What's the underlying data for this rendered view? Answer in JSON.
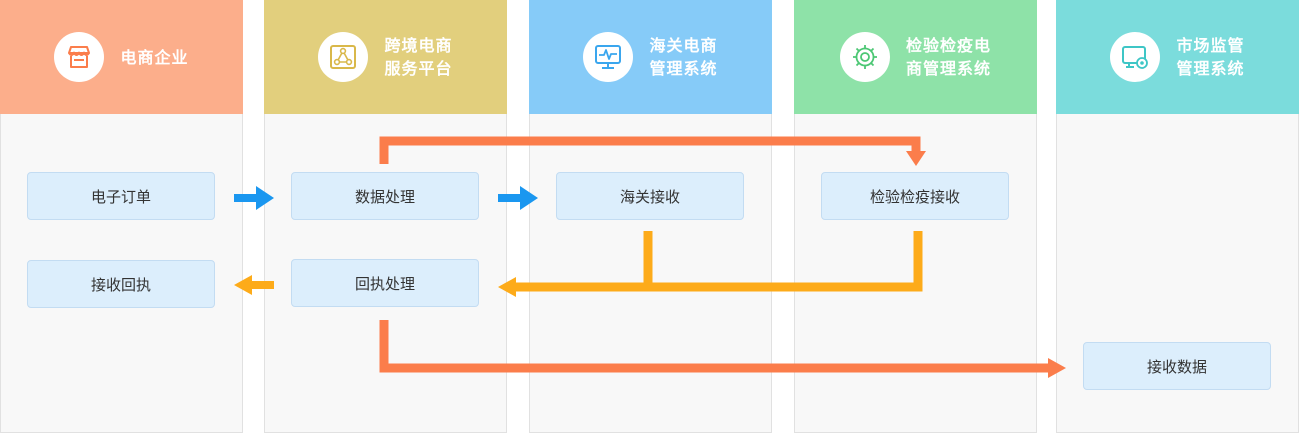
{
  "colors": {
    "ecommerce": "#fcae8b",
    "platform": "#e2cf7d",
    "customs": "#86cbf8",
    "inspection": "#8ee2a8",
    "market": "#7bdcdc",
    "flow_blue": "#1a97f0",
    "flow_orange": "#fb7d4b",
    "flow_yellow": "#fdab1a"
  },
  "columns": [
    {
      "title": "电商企业",
      "icon": "store-icon"
    },
    {
      "title": "跨境电商\n服务平台",
      "icon": "network-triangle-icon"
    },
    {
      "title": "海关电商\n管理系统",
      "icon": "monitor-pulse-icon"
    },
    {
      "title": "检验检疫电\n商管理系统",
      "icon": "gear-icon"
    },
    {
      "title": "市场监管\n管理系统",
      "icon": "monitor-settings-icon"
    }
  ],
  "boxes": {
    "electronic_order": "电子订单",
    "receipt": "接收回执",
    "data_processing": "数据处理",
    "receipt_processing": "回执处理",
    "customs_receive": "海关接收",
    "inspection_receive": "检验检疫接收",
    "receive_data": "接收数据"
  }
}
